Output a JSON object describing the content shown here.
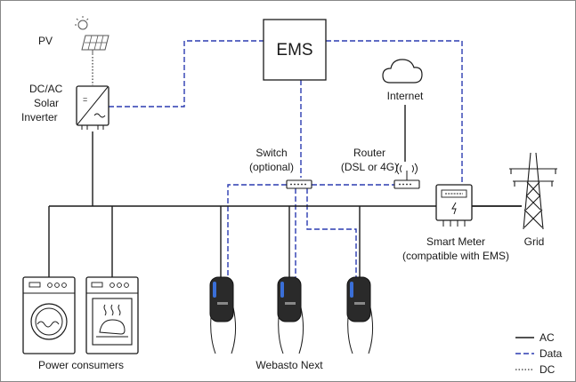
{
  "labels": {
    "pv": "PV",
    "inverter_line1": "DC/AC",
    "inverter_line2": "Solar",
    "inverter_line3": "Inverter",
    "ems": "EMS",
    "internet": "Internet",
    "switch_line1": "Switch",
    "switch_line2": "(optional)",
    "router_line1": "Router",
    "router_line2": "(DSL or 4G)",
    "meter_line1": "Smart Meter",
    "meter_line2": "(compatible with EMS)",
    "grid": "Grid",
    "power_consumers": "Power consumers",
    "webasto_next": "Webasto Next"
  },
  "legend": {
    "ac": "AC",
    "data": "Data",
    "dc": "DC"
  },
  "colors": {
    "data_line": "#2b3bb0",
    "ac_line": "#1a1a1a",
    "charger_accent": "#3a6fd8"
  },
  "icons": [
    "solar-panel-icon",
    "inverter-icon",
    "cloud-icon",
    "router-icon",
    "switch-icon",
    "smart-meter-icon",
    "pylon-icon",
    "washing-machine-icon",
    "oven-icon",
    "wallbox-icon"
  ]
}
